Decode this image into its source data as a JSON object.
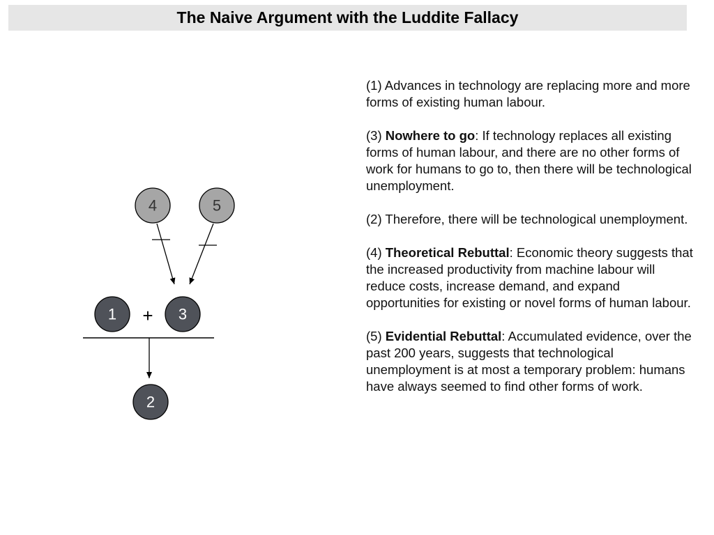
{
  "title": "The Naive Argument with the Luddite Fallacy",
  "diagram": {
    "nodes": {
      "n1": {
        "label": "1",
        "fill": "#4f5259"
      },
      "n2": {
        "label": "2",
        "fill": "#4f5259"
      },
      "n3": {
        "label": "3",
        "fill": "#4f5259"
      },
      "n4": {
        "label": "4",
        "fill": "#a6a6a6"
      },
      "n5": {
        "label": "5",
        "fill": "#a6a6a6"
      }
    },
    "plus": "+"
  },
  "statements": [
    {
      "num": "(1) ",
      "bold": "",
      "text": "Advances in technology are replacing more and more forms of existing human labour."
    },
    {
      "num": "(3) ",
      "bold": "Nowhere to go",
      "text": ": If technology replaces all existing forms of human labour, and there are no other forms of work for humans to go to, then there will be technological unemployment."
    },
    {
      "num": "(2) ",
      "bold": "",
      "text": "Therefore, there will be technological unemployment."
    },
    {
      "num": "(4) ",
      "bold": "Theoretical Rebuttal",
      "text": ": Economic theory suggests that the increased productivity from machine labour will reduce costs, increase demand, and expand opportunities for existing or novel forms of human labour."
    },
    {
      "num": "(5) ",
      "bold": "Evidential Rebuttal",
      "text": ": Accumulated evidence, over the past 200 years, suggests that technological unemployment is at most a temporary problem: humans have always seemed to find other forms of work."
    }
  ]
}
